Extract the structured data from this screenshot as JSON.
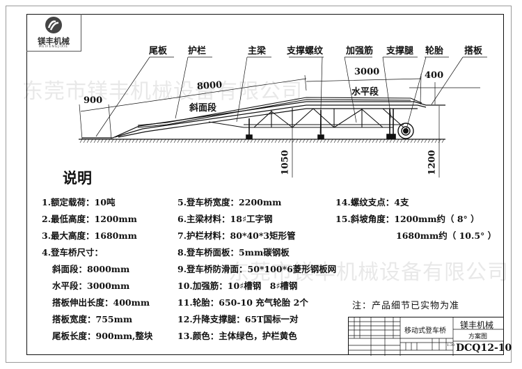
{
  "logo": {
    "name_cn": "镁丰机械",
    "name_en": "MEIFENGJIXIE"
  },
  "watermark": {
    "text": "东莞市镁丰机械设备有限公司"
  },
  "drawing": {
    "labels": [
      "尾板",
      "护栏",
      "主梁",
      "支撑螺纹",
      "加强筋",
      "支撑腿",
      "轮胎",
      "搭板"
    ],
    "dimensions": {
      "tail": "900",
      "slope": "8000",
      "slope_section": "斜面段",
      "flat": "3000",
      "flat_section": "水平段",
      "lip": "400",
      "min_height": "1050",
      "height": "1200"
    }
  },
  "spec": {
    "title": "说明",
    "col1": [
      "1.额定载荷：10吨",
      "2.最低高度：1200mm",
      "3.最大高度：1680mm",
      "4.登车桥尺寸：",
      "斜面段：8000mm",
      "水平段：3000mm",
      "搭板伸出长度：400mm",
      "搭板宽度：755mm",
      "尾板长度：900mm,整块"
    ],
    "col2": [
      "5.登车桥宽度：2200mm",
      "6.主梁材料：18♯工字钢",
      "7.护栏材料：80*40*3矩形管",
      "8.登车桥面板：5mm碳钢板",
      "9.登车桥防滑面：50*100*6菱形钢板网",
      "10.加强筋：10♯槽钢　8♯槽钢",
      "11.轮胎：650-10 充气轮胎 2个",
      "12.升降支撑腿：65T国标一对",
      "13.颜色：主体绿色，护栏黄色"
    ],
    "col3": [
      "14.螺纹支点：4支",
      "15.斜坡角度：1200mm约（ 8° ）",
      "1680mm约（ 10.5° ）"
    ]
  },
  "note": "注：产品细节已实物为准",
  "title_block": {
    "product": "移动式登车桥",
    "company": "镁丰机械",
    "drawing_type": "方案图",
    "model": "DCQ12-10",
    "scale": "1:30"
  }
}
